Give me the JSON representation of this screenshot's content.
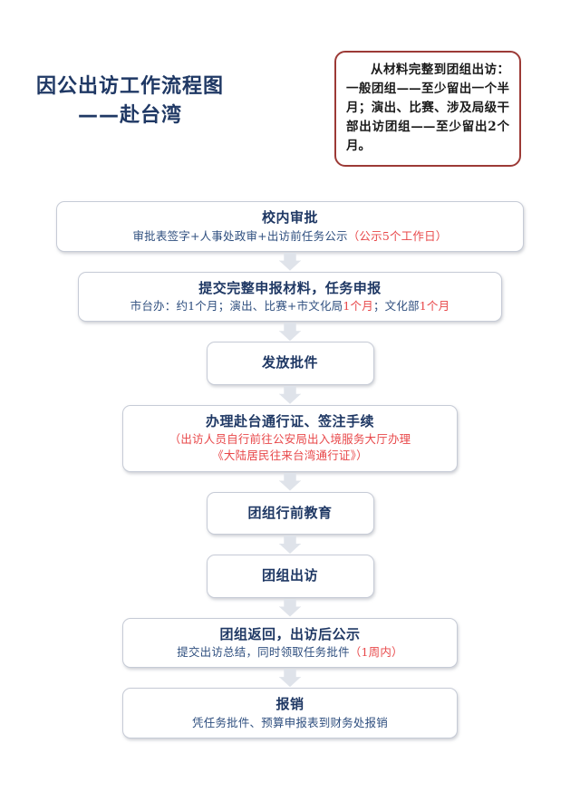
{
  "title": {
    "main": "因公出访工作流程图",
    "sub": "——赴台湾"
  },
  "note": {
    "text": "从材料完整到团组出访：一般团组——至少留出一个半月；演出、比赛、涉及局级干部出访团组——至少留出2个月。",
    "border_color": "#9c3a36"
  },
  "colors": {
    "node_title": "#1f3864",
    "node_sub": "#2f4f7f",
    "highlight_red": "#e8484a",
    "node_border": "#c6cbd6",
    "arrow": "#dfe3ea"
  },
  "steps": [
    {
      "title": "校内审批",
      "sub_parts": [
        {
          "text": "审批表签字+人事处政审+出访前任务公示",
          "color": "blue"
        },
        {
          "text": "（公示5个工作日）",
          "color": "red"
        }
      ]
    },
    {
      "title": "提交完整申报材料，任务申报",
      "sub_parts": [
        {
          "text": "市台办：约1个月；演出、比赛+市文化局",
          "color": "blue"
        },
        {
          "text": "1个月",
          "color": "red"
        },
        {
          "text": "；文化部",
          "color": "blue"
        },
        {
          "text": "1个月",
          "color": "red"
        }
      ]
    },
    {
      "title": "发放批件",
      "sub_parts": []
    },
    {
      "title": "办理赴台通行证、签注手续",
      "sub_parts": [
        {
          "text": "（出访人员自行前往公安局出入境服务大厅办理",
          "color": "red"
        },
        {
          "text": "《大陆居民往来台湾通行证》）",
          "color": "red"
        }
      ]
    },
    {
      "title": "团组行前教育",
      "sub_parts": []
    },
    {
      "title": "团组出访",
      "sub_parts": []
    },
    {
      "title": "团组返回，出访后公示",
      "sub_parts": [
        {
          "text": "提交出访总结，同时领取任务批件",
          "color": "blue"
        },
        {
          "text": "（1周内）",
          "color": "red"
        }
      ]
    },
    {
      "title": "报销",
      "sub_parts": [
        {
          "text": "凭任务批件、预算申报表到财务处报销",
          "color": "blue"
        }
      ]
    }
  ]
}
